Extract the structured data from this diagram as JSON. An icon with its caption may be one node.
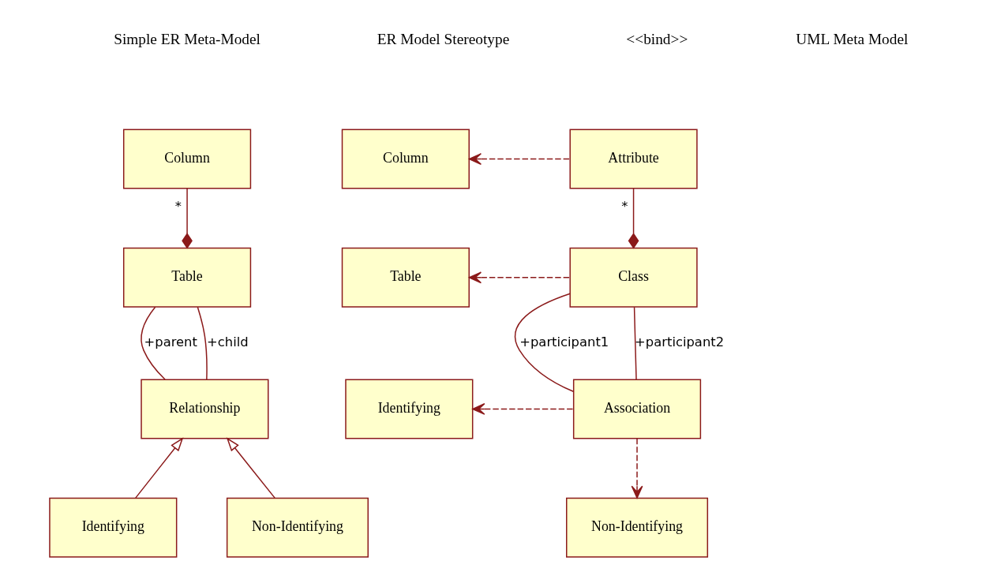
{
  "diagram": {
    "nodes": [
      {
        "text": [
          "Column"
        ]
      },
      {
        "text": [
          "Table"
        ]
      },
      {
        "text": [
          "Relationship"
        ]
      },
      {
        "text": [
          "Identifying"
        ]
      },
      {
        "text": [
          "Non-Identifying"
        ]
      },
      {
        "text": [
          "Column"
        ]
      },
      {
        "text": [
          "Table"
        ]
      },
      {
        "text": [
          "Identifying"
        ]
      },
      {
        "text": [
          "Non-Identifying"
        ]
      },
      {
        "text": [
          "Attribute"
        ]
      },
      {
        "text": [
          "Class"
        ]
      },
      {
        "text": [
          "Association"
        ]
      }
    ],
    "edges": [
      {
        "from": 0,
        "to": 1,
        "arrow": "other",
        "label": "*"
      },
      {
        "from": 1,
        "to": 2,
        "arrow": "none",
        "label": "+parent"
      },
      {
        "from": 1,
        "to": 2,
        "arrow": "none",
        "label": "+child"
      },
      {
        "from": 3,
        "to": 2,
        "arrow": "to"
      },
      {
        "from": 4,
        "to": 2,
        "arrow": "to"
      },
      {
        "from": 9,
        "to": 5,
        "arrow": "to",
        "style": "dashed"
      },
      {
        "from": 9,
        "to": 10,
        "arrow": "other",
        "label": "*"
      },
      {
        "from": 10,
        "to": 6,
        "arrow": "to",
        "style": "dashed"
      },
      {
        "from": 10,
        "to": 11,
        "arrow": "none",
        "label": "+participant1"
      },
      {
        "from": 10,
        "to": 11,
        "arrow": "none",
        "label": "+participant2"
      },
      {
        "from": 11,
        "to": 7,
        "arrow": "to",
        "style": "dashed"
      },
      {
        "from": 11,
        "to": 8,
        "arrow": "to",
        "style": "dashed"
      }
    ],
    "labels": [
      "Simple ER Meta-Model",
      "ER Model Stereotype",
      "<<bind>>",
      "UML Meta Model"
    ]
  }
}
